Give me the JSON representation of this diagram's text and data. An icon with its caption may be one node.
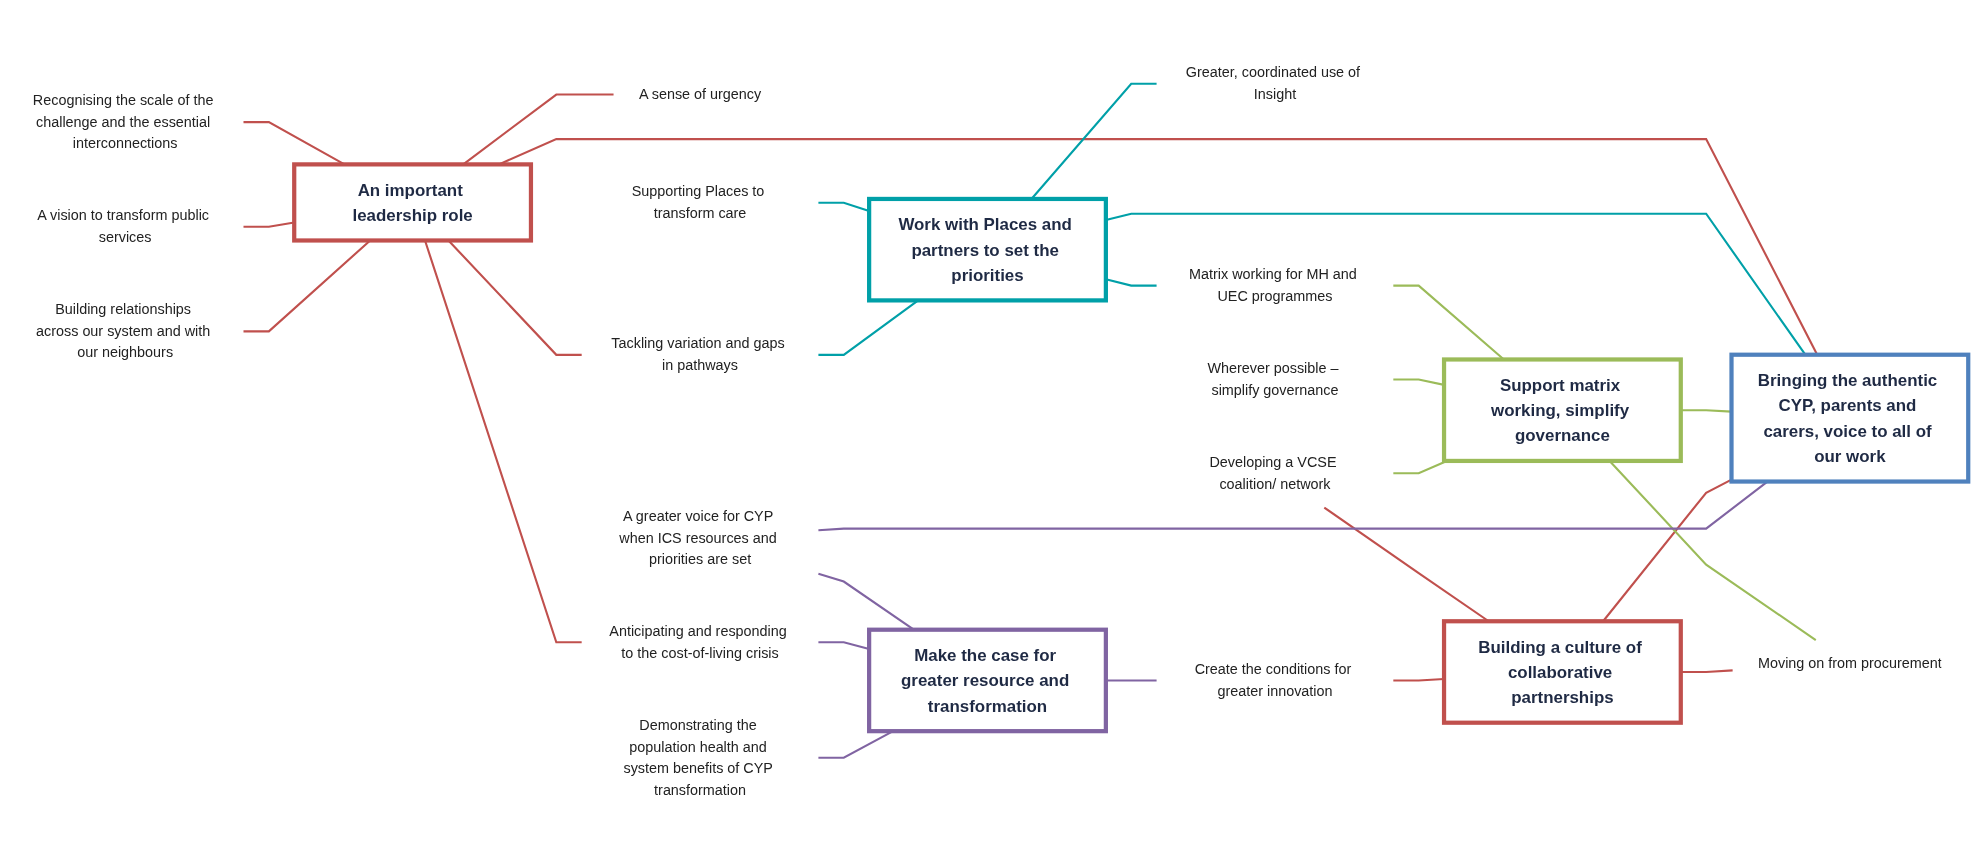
{
  "diagram": {
    "nodes": [
      {
        "text": [
          "Bringing the authentic CYP, parents and carers, voice to all of our work"
        ]
      },
      {
        "text": [
          "An important leadership role"
        ]
      },
      {
        "text": [
          "Work with Places and partners to set the priorities"
        ]
      },
      {
        "text": [
          "Support matrix working, simplify governance"
        ]
      },
      {
        "text": [
          "Building a culture of collaborative partnerships"
        ]
      },
      {
        "text": [
          "Make the case for greater resource and transformation"
        ]
      },
      {
        "text": [
          "Recognising the scale of the challenge and the essential interconnections"
        ]
      },
      {
        "text": [
          "A vision to transform public services"
        ]
      },
      {
        "text": [
          "Building relationships across our system and with our neighbours"
        ]
      },
      {
        "text": [
          "A sense of urgency"
        ]
      },
      {
        "text": [
          "Anticipating and responding to the cost-of-living crisis"
        ]
      },
      {
        "text": [
          "Tackling variation and gaps in pathways"
        ]
      },
      {
        "text": [
          "Supporting Places to transform care"
        ]
      },
      {
        "text": [
          "Greater, coordinated use of Insight"
        ]
      },
      {
        "text": [
          "Matrix working for MH and UEC programmes"
        ]
      },
      {
        "text": [
          "Wherever possible – simplify governance"
        ]
      },
      {
        "text": [
          "Developing a VCSE coalition/ network"
        ]
      },
      {
        "text": [
          "Moving on from procurement"
        ]
      },
      {
        "text": [
          "A greater voice for CYP when ICS resources and priorities are set"
        ]
      },
      {
        "text": [
          "Demonstrating the population health and system benefits of CYP transformation"
        ]
      },
      {
        "text": [
          "Create the conditions for greater innovation"
        ]
      }
    ],
    "edges": [
      {
        "from": 1,
        "to": 0,
        "arrow": "none"
      },
      {
        "from": 2,
        "to": 0,
        "arrow": "none",
        "color": "#00a0a8"
      },
      {
        "from": 3,
        "to": 0,
        "arrow": "none",
        "color": "#9bbb59"
      },
      {
        "from": 4,
        "to": 0,
        "arrow": "none"
      },
      {
        "from": 6,
        "to": 1,
        "arrow": "none"
      },
      {
        "from": 7,
        "to": 1,
        "arrow": "none"
      },
      {
        "from": 8,
        "to": 1,
        "arrow": "none"
      },
      {
        "from": 1,
        "to": 9,
        "arrow": "none"
      },
      {
        "from": 1,
        "to": 10,
        "arrow": "none"
      },
      {
        "from": 1,
        "to": 11,
        "arrow": "none"
      },
      {
        "from": 12,
        "to": 2,
        "arrow": "none",
        "color": "#00a0a8"
      },
      {
        "from": 11,
        "to": 2,
        "arrow": "none",
        "color": "#00a0a8"
      },
      {
        "from": 2,
        "to": 13,
        "arrow": "none",
        "color": "#00a0a8"
      },
      {
        "from": 2,
        "to": 14,
        "arrow": "none",
        "color": "#00a0a8"
      },
      {
        "from": 14,
        "to": 3,
        "arrow": "none",
        "color": "#9bbb59"
      },
      {
        "from": 15,
        "to": 3,
        "arrow": "none",
        "color": "#9bbb59"
      },
      {
        "from": 16,
        "to": 3,
        "arrow": "none",
        "color": "#9bbb59"
      },
      {
        "from": 3,
        "to": 17,
        "arrow": "none",
        "color": "#9bbb59"
      },
      {
        "from": 16,
        "to": 4,
        "arrow": "none"
      },
      {
        "from": 4,
        "to": 17,
        "arrow": "none"
      },
      {
        "from": 20,
        "to": 4,
        "arrow": "none"
      },
      {
        "from": 18,
        "to": 0,
        "arrow": "none",
        "color": "#8064a2"
      },
      {
        "from": 18,
        "to": 5,
        "arrow": "none",
        "color": "#8064a2"
      },
      {
        "from": 10,
        "to": 5,
        "arrow": "none",
        "color": "#8064a2"
      },
      {
        "from": 19,
        "to": 5,
        "arrow": "none",
        "color": "#8064a2"
      },
      {
        "from": 5,
        "to": 20,
        "arrow": "none",
        "color": "#8064a2"
      }
    ]
  }
}
